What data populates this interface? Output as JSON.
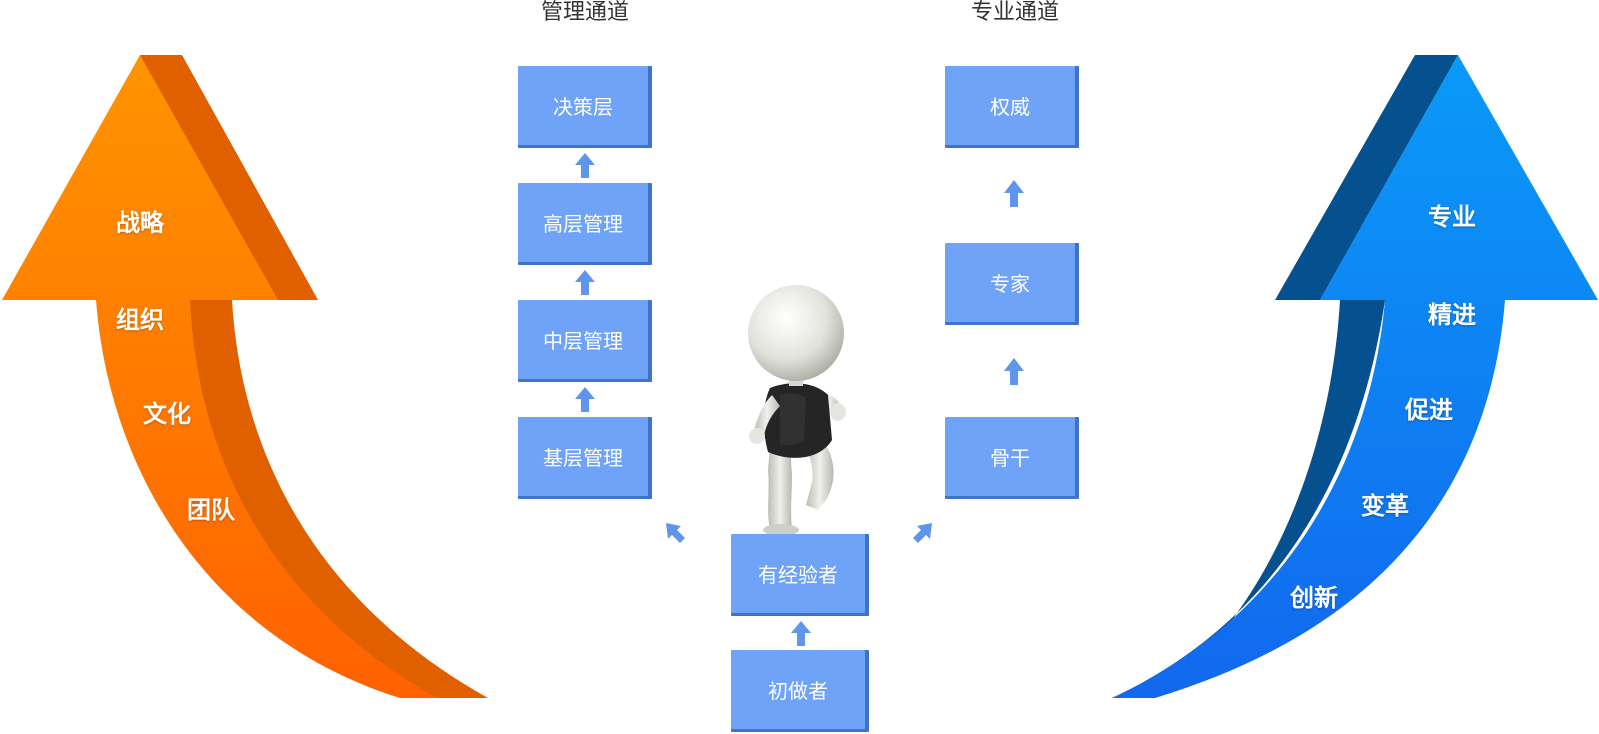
{
  "titles": {
    "management": "管理通道",
    "professional": "专业通道"
  },
  "management_path": [
    "基层管理",
    "中层管理",
    "高层管理",
    "决策层"
  ],
  "professional_path": [
    "骨干",
    "专家",
    "权威"
  ],
  "base_path": [
    "初做者",
    "有经验者"
  ],
  "left_arrow_words": [
    "战略",
    "组织",
    "文化",
    "团队"
  ],
  "right_arrow_words": [
    "专业",
    "精进",
    "促进",
    "变革",
    "创新"
  ],
  "colors": {
    "box": "#6ea3f7",
    "box_edge": "#3f72c9",
    "left_arrow": "#ff7a00",
    "right_arrow": "#0a8ff5"
  }
}
